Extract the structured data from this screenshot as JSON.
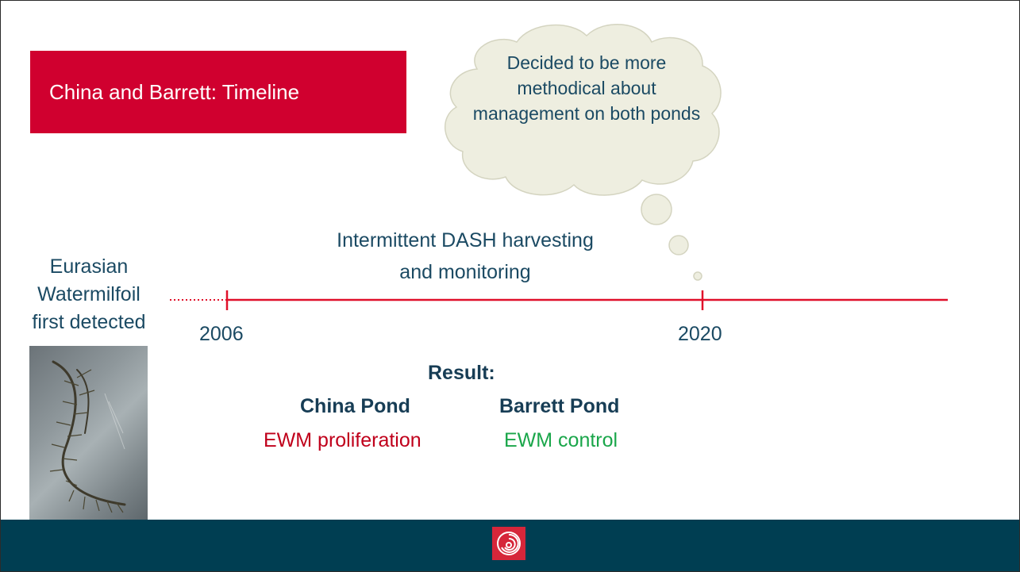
{
  "title": "China and Barrett: Timeline",
  "thought_bubble": "Decided to be more methodical about management on both ponds",
  "timeline": {
    "detected_label": [
      "Eurasian",
      "Watermilfoil",
      "first detected"
    ],
    "activity_label": [
      "Intermittent DASH harvesting",
      "and monitoring"
    ],
    "years": [
      "2006",
      "2020"
    ]
  },
  "result": {
    "heading": "Result:",
    "china_name": "China Pond",
    "china_result": "EWM proliferation",
    "barrett_name": "Barrett Pond",
    "barrett_result": "EWM control"
  },
  "colors": {
    "title_bar": "#d0002f",
    "timeline_line": "#e0102a",
    "text_dark": "#1b4a63",
    "footer": "#003e52",
    "proliferation": "#c0001b",
    "control": "#1aa64a"
  },
  "icons": {
    "footer_logo": "spiral-logo-icon",
    "photo": "watermilfoil-photo"
  }
}
